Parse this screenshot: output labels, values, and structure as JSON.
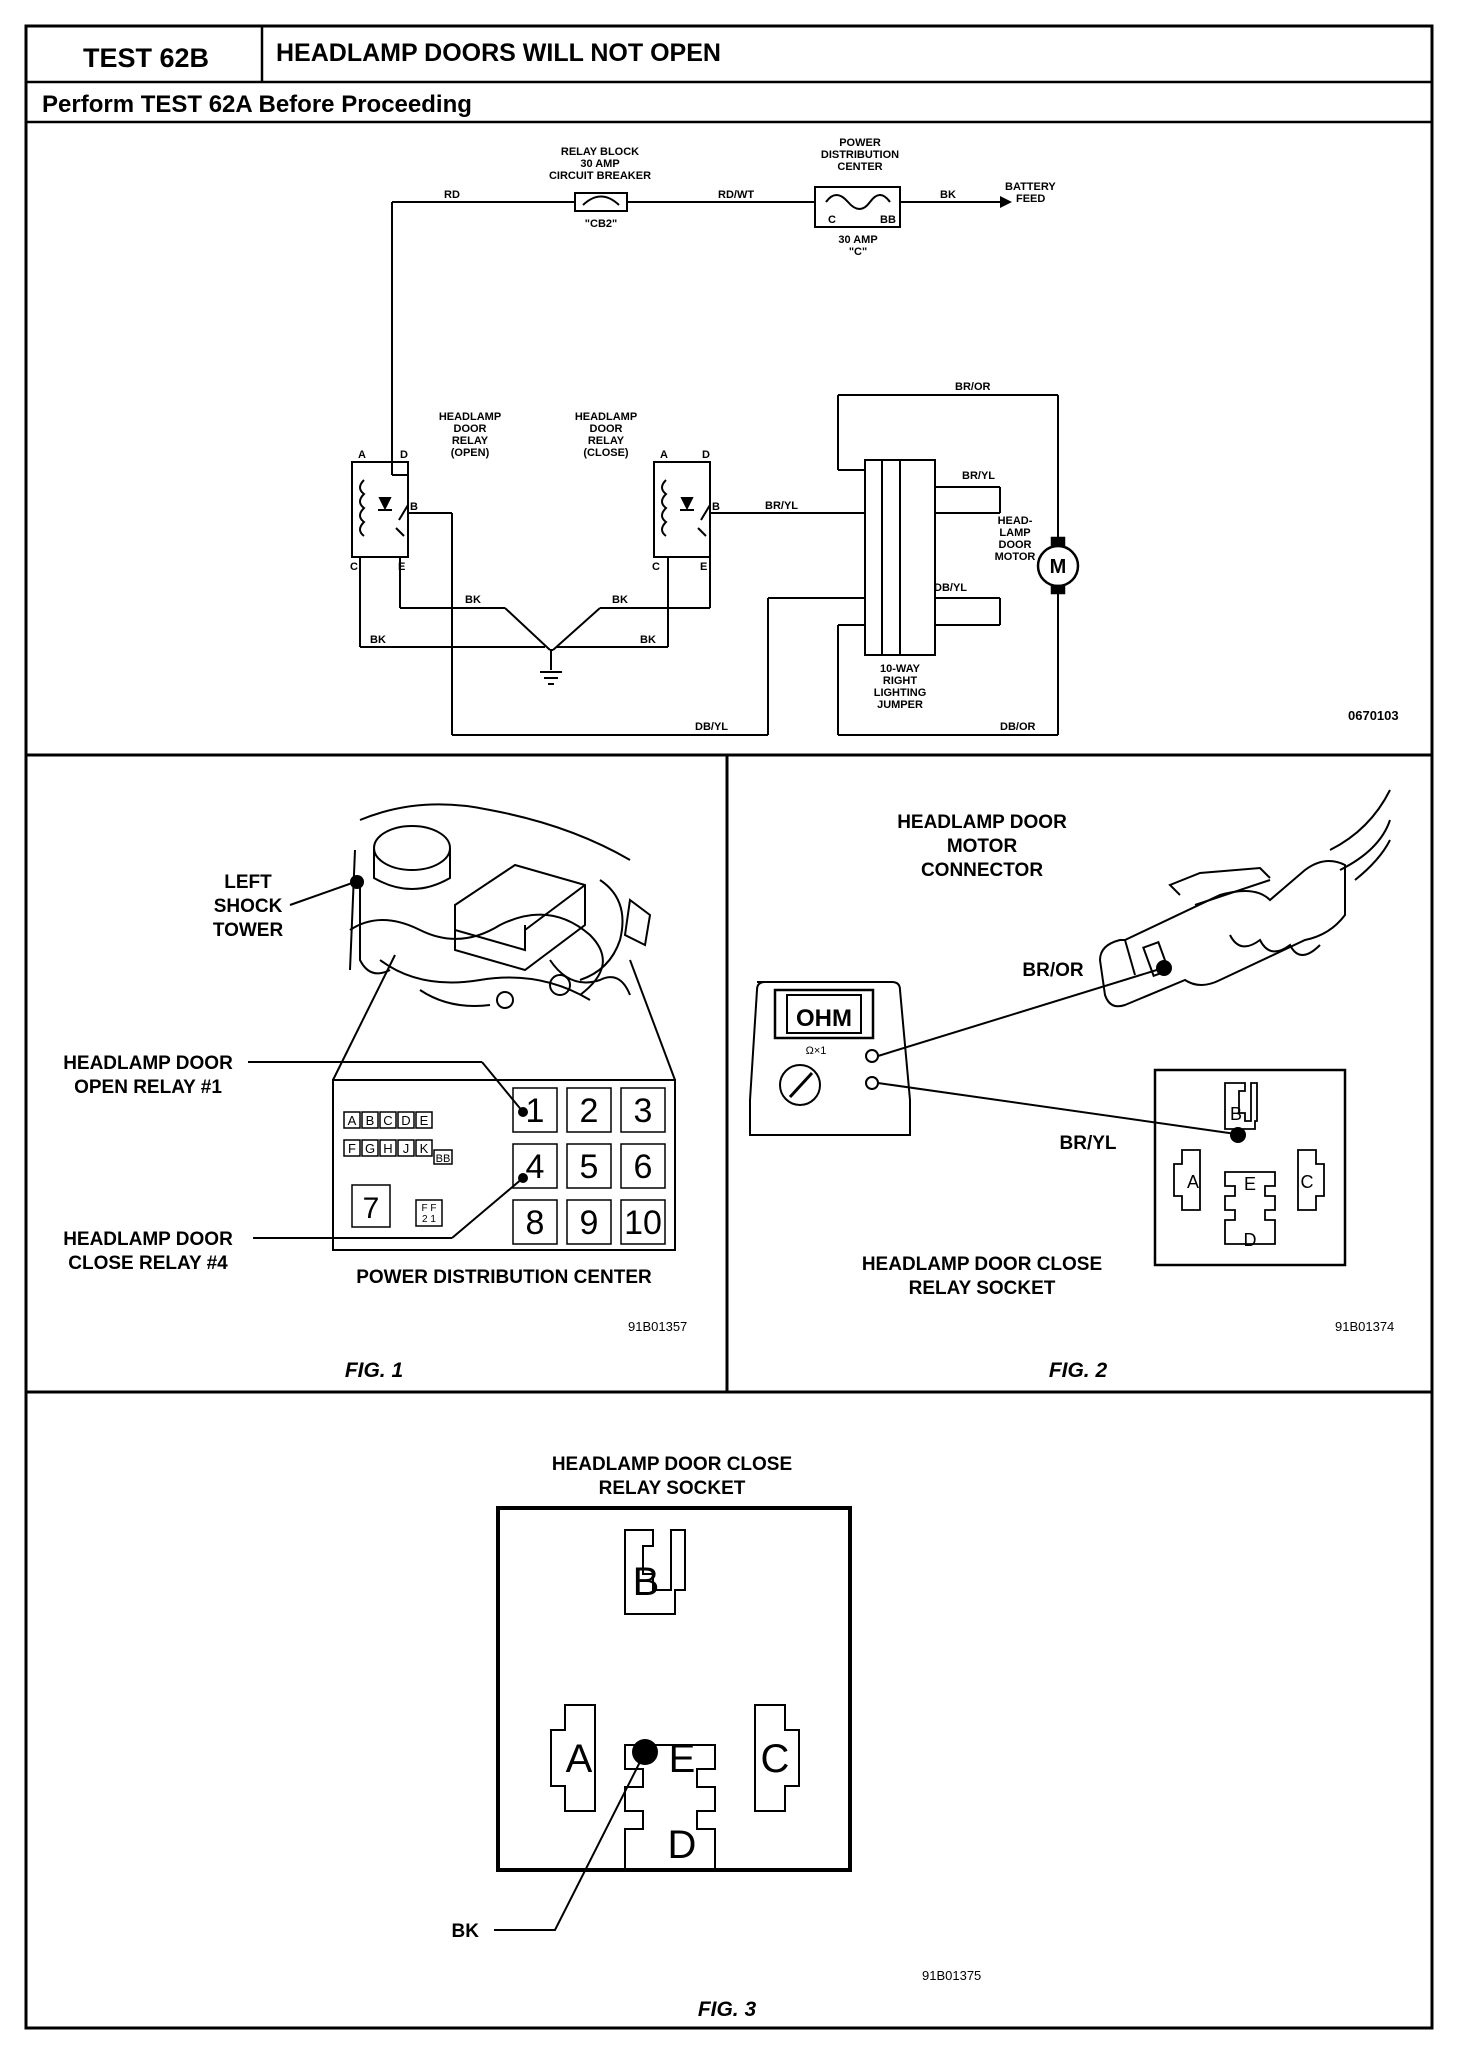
{
  "header": {
    "test_id": "TEST 62B",
    "title": "HEADLAMP DOORS WILL NOT OPEN",
    "subtitle": "Perform TEST 62A Before Proceeding"
  },
  "schematic": {
    "relay_block_l1": "RELAY BLOCK",
    "relay_block_l2": "30 AMP",
    "relay_block_l3": "CIRCUIT BREAKER",
    "cb_label": "\"CB2\"",
    "pdc_l1": "POWER",
    "pdc_l2": "DISTRIBUTION",
    "pdc_l3": "CENTER",
    "fuse_l1": "30 AMP",
    "fuse_l2": "\"C\"",
    "fuse_pin_c": "C",
    "fuse_pin_bb": "BB",
    "battery_l1": "BATTERY",
    "battery_l2": "FEED",
    "wire_rd": "RD",
    "wire_rdwt": "RD/WT",
    "wire_bk_top": "BK",
    "wire_bror": "BR/OR",
    "wire_bryl_1": "BR/YL",
    "wire_bryl_2": "BR/YL",
    "wire_dbyl_1": "DB/YL",
    "wire_dbyl_2": "DB/YL",
    "wire_dbor": "DB/OR",
    "wire_bk_1": "BK",
    "wire_bk_2": "BK",
    "wire_bk_3": "BK",
    "wire_bk_4": "BK",
    "relay_open_l1": "HEADLAMP",
    "relay_open_l2": "DOOR",
    "relay_open_l3": "RELAY",
    "relay_open_l4": "(OPEN)",
    "relay_close_l1": "HEADLAMP",
    "relay_close_l2": "DOOR",
    "relay_close_l3": "RELAY",
    "relay_close_l4": "(CLOSE)",
    "pin_a1": "A",
    "pin_d1": "D",
    "pin_b1": "B",
    "pin_c1": "C",
    "pin_e1": "E",
    "pin_a2": "A",
    "pin_d2": "D",
    "pin_b2": "B",
    "pin_c2": "C",
    "pin_e2": "E",
    "motor_l1": "HEAD-",
    "motor_l2": "LAMP",
    "motor_l3": "DOOR",
    "motor_l4": "MOTOR",
    "motor_symbol": "M",
    "jumper_l1": "10-WAY",
    "jumper_l2": "RIGHT",
    "jumper_l3": "LIGHTING",
    "jumper_l4": "JUMPER",
    "code": "0670103"
  },
  "fig1": {
    "shock_l1": "LEFT",
    "shock_l2": "SHOCK",
    "shock_l3": "TOWER",
    "open_relay_l1": "HEADLAMP DOOR",
    "open_relay_l2": "OPEN RELAY #1",
    "close_relay_l1": "HEADLAMP DOOR",
    "close_relay_l2": "CLOSE RELAY #4",
    "pdc_label": "POWER DISTRIBUTION CENTER",
    "fuses_row1": [
      "A",
      "B",
      "C",
      "D",
      "E"
    ],
    "fuses_row2": [
      "F",
      "G",
      "H",
      "J",
      "K"
    ],
    "fuse_bb": "BB",
    "slot_7": "7",
    "ff_l1": "F F",
    "ff_l2": "2 1",
    "relays": [
      "1",
      "2",
      "3",
      "4",
      "5",
      "6",
      "8",
      "9",
      "10"
    ],
    "code": "91B01357",
    "caption": "FIG. 1"
  },
  "fig2": {
    "connector_l1": "HEADLAMP DOOR",
    "connector_l2": "MOTOR",
    "connector_l3": "CONNECTOR",
    "meter_display": "OHM",
    "meter_range": "Ω×1",
    "bror": "BR/OR",
    "bryl": "BR/YL",
    "socket_l1": "HEADLAMP DOOR CLOSE",
    "socket_l2": "RELAY SOCKET",
    "pins": [
      "A",
      "B",
      "C",
      "D",
      "E"
    ],
    "code": "91B01374",
    "caption": "FIG. 2"
  },
  "fig3": {
    "socket_l1": "HEADLAMP DOOR CLOSE",
    "socket_l2": "RELAY SOCKET",
    "pins": [
      "A",
      "B",
      "C",
      "D",
      "E"
    ],
    "bk": "BK",
    "code": "91B01375",
    "caption": "FIG. 3"
  }
}
